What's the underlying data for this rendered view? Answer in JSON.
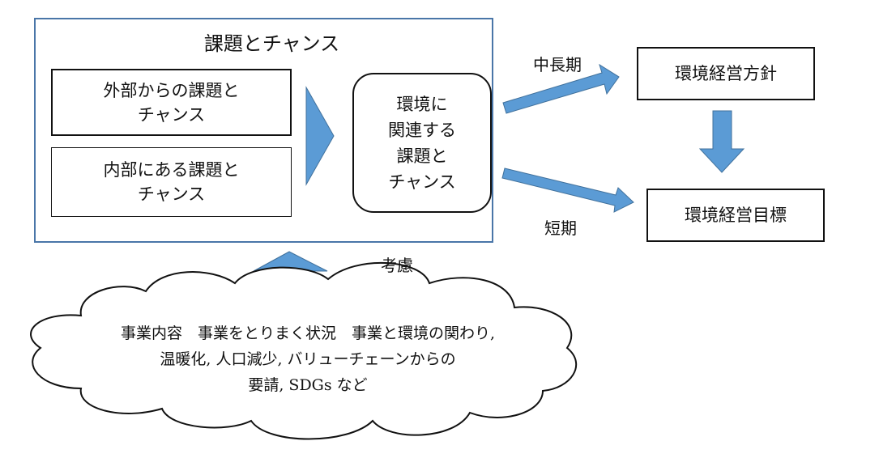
{
  "colors": {
    "container_border": "#4a76a8",
    "arrow_fill": "#5b9bd5",
    "arrow_stroke": "#41719c",
    "box_border": "#111111"
  },
  "issues_group": {
    "title": "課題とチャンス",
    "external_box": {
      "line1": "外部からの課題と",
      "line2": "チャンス"
    },
    "internal_box": {
      "line1": "内部にある課題と",
      "line2": "チャンス"
    }
  },
  "env_issues_box": {
    "line1": "環境に",
    "line2": "関連する",
    "line3": "課題と",
    "line4": "チャンス"
  },
  "arrows": {
    "mid_long_term_label": "中長期",
    "short_term_label": "短期",
    "consider_label": "考慮"
  },
  "policy_box": {
    "label": "環境経営方針"
  },
  "target_box": {
    "label": "環境経営目標"
  },
  "cloud": {
    "line1": "事業内容　事業をとりまく状況　事業と環境の関わり,",
    "line2": "温暖化, 人口減少, バリューチェーンからの",
    "line3": "要請, SDGs など"
  }
}
